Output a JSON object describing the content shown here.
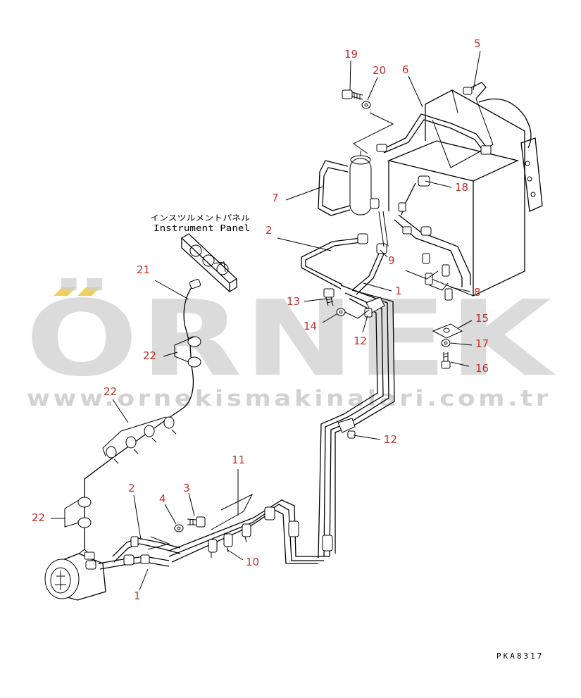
{
  "diagram": {
    "instrument_panel_label_jp": "インスツルメントパネル",
    "instrument_panel_label_en": "Instrument Panel",
    "drawing_code": "PKA8317",
    "callouts": [
      "19",
      "20",
      "6",
      "5",
      "7",
      "2",
      "18",
      "9",
      "1",
      "8",
      "13",
      "14",
      "12",
      "15",
      "17",
      "16",
      "21",
      "22",
      "22",
      "12",
      "22",
      "11",
      "2",
      "4",
      "3",
      "10",
      "1"
    ]
  },
  "watermark": {
    "brand": "ÖRNEK",
    "url": "www.ornekismakinalari.com.tr",
    "accent_color": "#f0cf5a"
  },
  "colors": {
    "callout": "#c0302b",
    "line": "#000000",
    "watermark": "#cfcfcf"
  }
}
